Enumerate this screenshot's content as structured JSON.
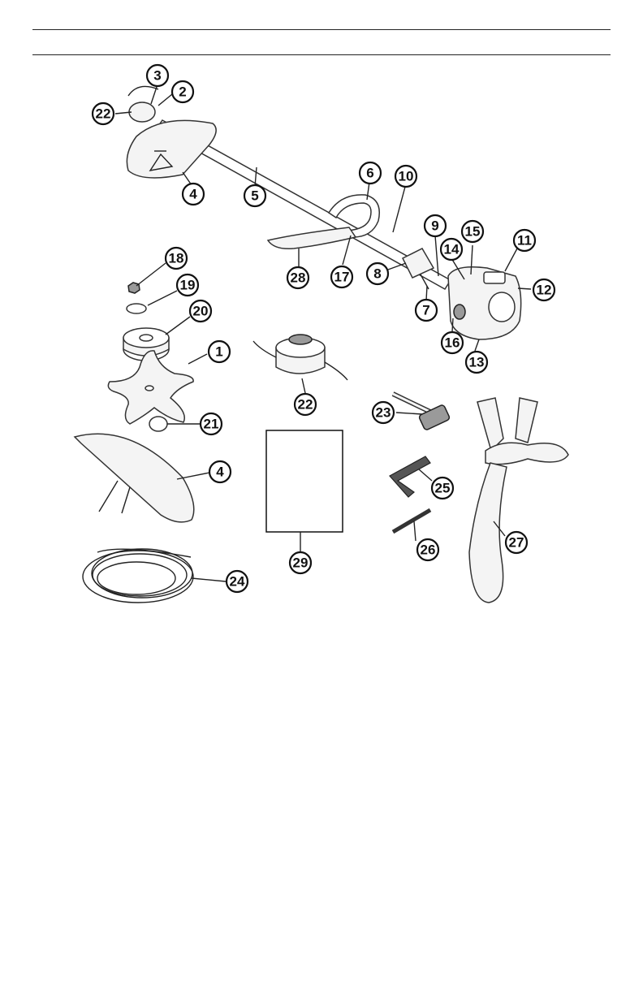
{
  "diagram": {
    "callouts": [
      {
        "label": "1"
      },
      {
        "label": "2"
      },
      {
        "label": "3"
      },
      {
        "label": "4"
      },
      {
        "label": "4"
      },
      {
        "label": "5"
      },
      {
        "label": "6"
      },
      {
        "label": "7"
      },
      {
        "label": "8"
      },
      {
        "label": "9"
      },
      {
        "label": "10"
      },
      {
        "label": "11"
      },
      {
        "label": "12"
      },
      {
        "label": "13"
      },
      {
        "label": "14"
      },
      {
        "label": "15"
      },
      {
        "label": "16"
      },
      {
        "label": "17"
      },
      {
        "label": "18"
      },
      {
        "label": "19"
      },
      {
        "label": "20"
      },
      {
        "label": "21"
      },
      {
        "label": "22"
      },
      {
        "label": "22"
      },
      {
        "label": "23"
      },
      {
        "label": "24"
      },
      {
        "label": "25"
      },
      {
        "label": "26"
      },
      {
        "label": "27"
      },
      {
        "label": "28"
      },
      {
        "label": "29"
      }
    ]
  }
}
